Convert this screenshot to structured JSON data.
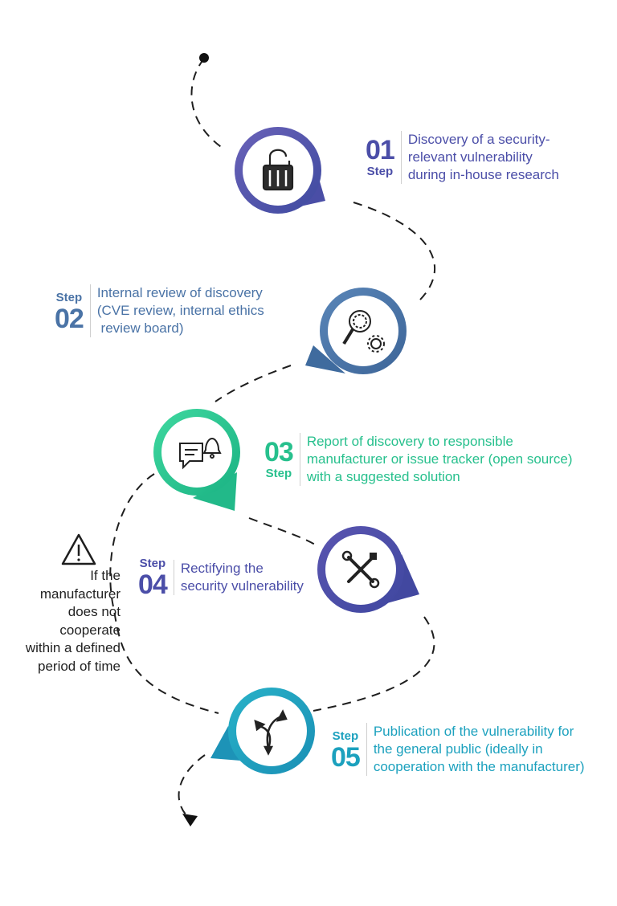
{
  "steps": [
    {
      "word": "Step",
      "number": "01",
      "color": "#4b4ea8",
      "lines": [
        "Discovery of a security-",
        "relevant vulnerability",
        "during in-house research"
      ],
      "icon": "padlock-icon"
    },
    {
      "word": "Step",
      "number": "02",
      "color": "#4a73a6",
      "lines": [
        "Internal review of discovery",
        "(CVE review, internal ethics",
        " review board)"
      ],
      "icon": "magnifier-gears-icon"
    },
    {
      "word": "Step",
      "number": "03",
      "color": "#27c08d",
      "lines": [
        "Report of discovery to responsible",
        "manufacturer or issue tracker (open source)",
        "with a suggested solution"
      ],
      "icon": "chat-bell-icon"
    },
    {
      "word": "Step",
      "number": "04",
      "color": "#4b4ea8",
      "lines": [
        "Rectifying the",
        "security vulnerability"
      ],
      "icon": "wrench-screwdriver-icon"
    },
    {
      "word": "Step",
      "number": "05",
      "color": "#1ca1be",
      "lines": [
        "Publication of the vulnerability for",
        "the general public (ideally in",
        "cooperation with the manufacturer)"
      ],
      "icon": "split-arrows-icon"
    }
  ],
  "note": {
    "icon": "warning-icon",
    "lines": [
      "If the",
      "manufacturer",
      "does not",
      "cooperate",
      "within a defined",
      "period of time"
    ]
  }
}
